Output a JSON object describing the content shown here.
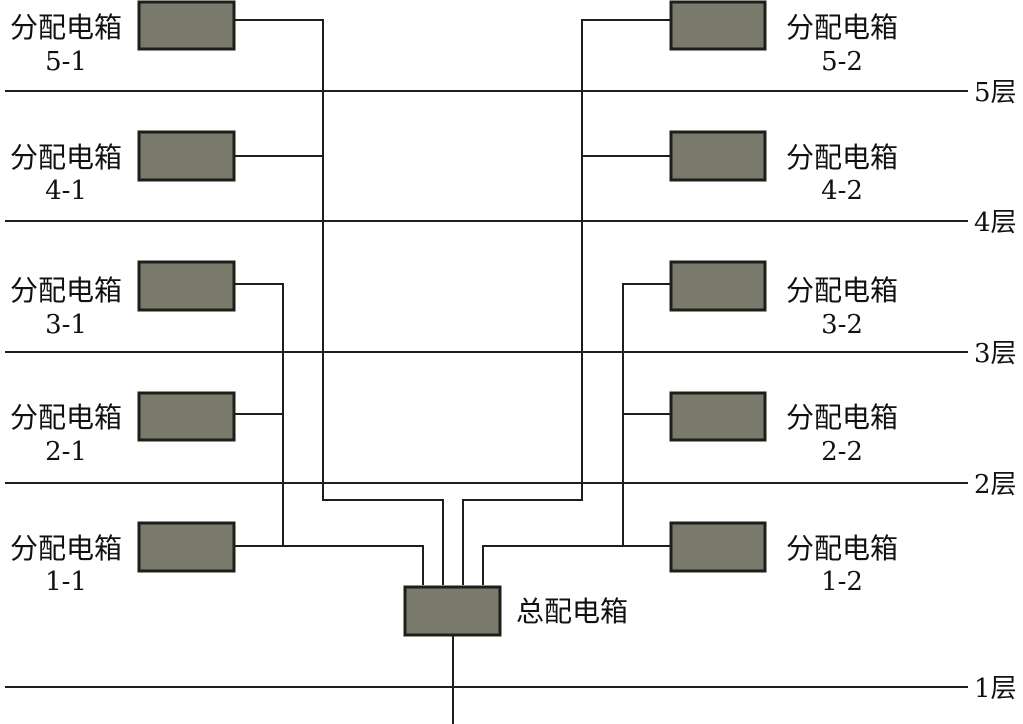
{
  "floors": [
    {
      "label": "5层"
    },
    {
      "label": "4层"
    },
    {
      "label": "3层"
    },
    {
      "label": "2层"
    },
    {
      "label": "1层"
    }
  ],
  "boxes": [
    {
      "name": "分配电箱",
      "code": "5-1"
    },
    {
      "name": "分配电箱",
      "code": "4-1"
    },
    {
      "name": "分配电箱",
      "code": "3-1"
    },
    {
      "name": "分配电箱",
      "code": "2-1"
    },
    {
      "name": "分配电箱",
      "code": "1-1"
    },
    {
      "name": "分配电箱",
      "code": "5-2"
    },
    {
      "name": "分配电箱",
      "code": "4-2"
    },
    {
      "name": "分配电箱",
      "code": "3-2"
    },
    {
      "name": "分配电箱",
      "code": "2-2"
    },
    {
      "name": "分配电箱",
      "code": "1-2"
    }
  ],
  "main_box": {
    "name": "总配电箱"
  },
  "colors": {
    "box_fill": "#7a7a6c",
    "line": "#1f1f1a"
  }
}
